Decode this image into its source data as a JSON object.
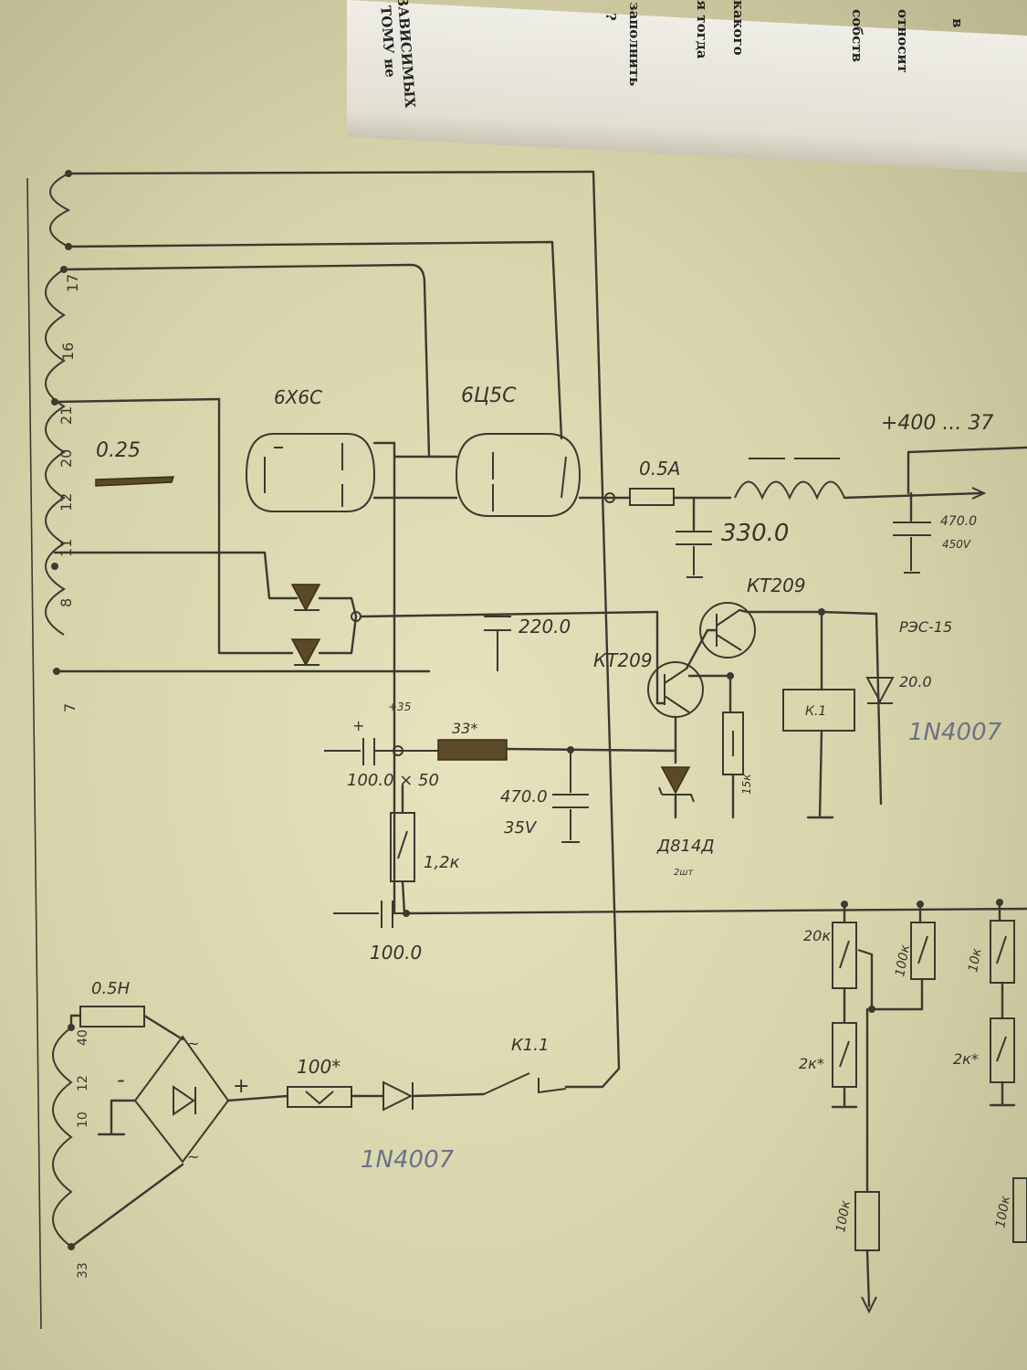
{
  "book": {
    "lines": [
      "ЗАВИСИМЫХ",
      "ТОМУ не",
      "?",
      "заполнить",
      "я тогда",
      "какого",
      "собств",
      "относит",
      "в"
    ]
  },
  "tubes": {
    "rectifier": "6Х6С",
    "power": "6Ц5С"
  },
  "labels": {
    "fuse_main": "0.5А",
    "fuse_aux": "0.5Н",
    "cap_filter1": "330.0",
    "cap_filter2_value": "470.0",
    "cap_filter2_voltage": "450V",
    "output_voltage": "+400 ... 37",
    "heater_res": "0.25",
    "cap_220": "220.0",
    "transistor_top": "КТ209",
    "transistor_left": "КТ209",
    "relay_model": "РЭС-15",
    "relay_coil": "К.1",
    "cap_20": "20.0",
    "diode_relay": "1N4007",
    "node_v": "+35",
    "res_33": "33*",
    "cap_100_50": "100.0 × 50",
    "cap_470_value": "470.0",
    "cap_470_voltage": "35V",
    "res_1k2": "1,2к",
    "res_15k": "15к",
    "zener": "Д814Д",
    "zener_note": "2шт",
    "cap_100": "100.0",
    "res_100_star": "100*",
    "diode_bottom": "1N4007",
    "contact": "К1.1",
    "res_20k": "20к",
    "res_100k": "100к",
    "res_2k_a": "2к*",
    "res_10k": "10к",
    "res_2k_b": "2к*",
    "res_100k_b": "100к",
    "res_100k_c": "100к",
    "minus": "-",
    "plus": "+",
    "tilde": "~"
  },
  "taps": [
    "17",
    "16",
    "21",
    "20",
    "12",
    "11",
    "8",
    "7"
  ],
  "taps_bottom": [
    "40",
    "12",
    "10",
    "33"
  ]
}
